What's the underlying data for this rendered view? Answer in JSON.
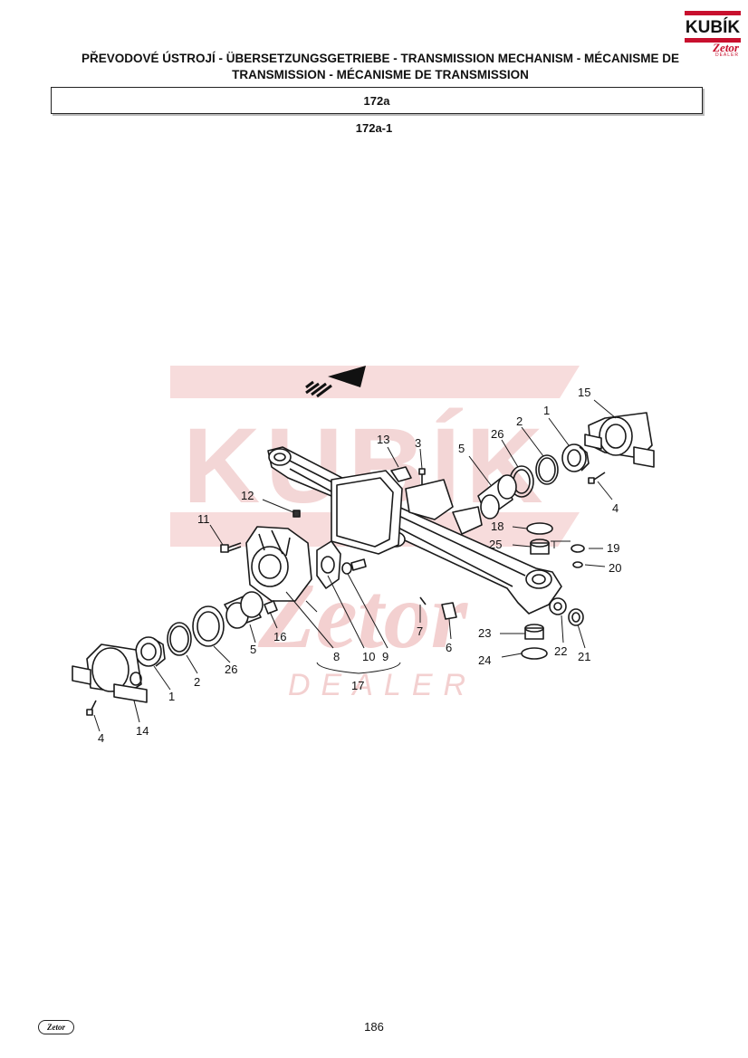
{
  "header": {
    "title": "PŘEVODOVÉ ÚSTROJÍ - ÜBERSETZUNGSGETRIEBE - TRANSMISSION MECHANISM - MÉCANISME DE TRANSMISSION - MÉCANISME DE TRANSMISSION",
    "group_code": "172a",
    "figure_code": "172a-1"
  },
  "logo": {
    "brand": "KUBÍK",
    "partner": "Zetor",
    "tagline": "DEALER"
  },
  "watermark": {
    "brand": "KUBÍK",
    "partner": "Zetor",
    "tagline": "DEALER"
  },
  "callouts": {
    "c15": "15",
    "c1a": "1",
    "c2a": "2",
    "c26a": "26",
    "c3": "3",
    "c13": "13",
    "c5a": "5",
    "c4a": "4",
    "c12": "12",
    "c11": "11",
    "c18": "18",
    "c19": "19",
    "c25": "25",
    "c20": "20",
    "c7": "7",
    "c6": "6",
    "c23": "23",
    "c22": "22",
    "c21": "21",
    "c24": "24",
    "c16": "16",
    "c5b": "5",
    "c26b": "26",
    "c8": "8",
    "c10": "10",
    "c9": "9",
    "c17": "17",
    "c2b": "2",
    "c1b": "1",
    "c4b": "4",
    "c14": "14"
  },
  "footer": {
    "page_number": "186",
    "logo_text": "Zetor"
  },
  "colors": {
    "watermark": "#f2c9c9",
    "brand_red": "#c8102e",
    "line": "#1a1a1a"
  }
}
